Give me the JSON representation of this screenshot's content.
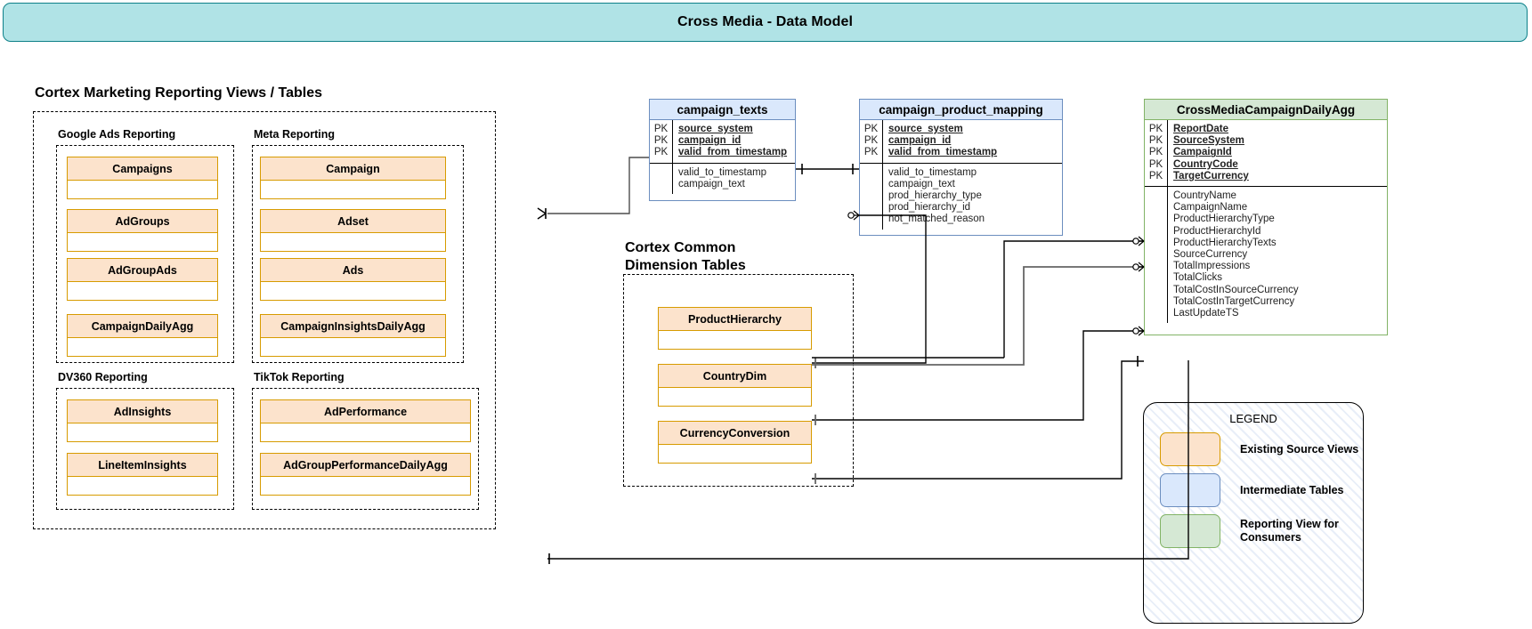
{
  "header": {
    "title": "Cross Media - Data Model"
  },
  "sections": {
    "left_caption": "Cortex Marketing Reporting Views / Tables",
    "dim_caption": "Cortex Common\nDimension Tables",
    "groups": [
      {
        "label": "Google Ads Reporting",
        "boxes": [
          "Campaigns",
          "AdGroups",
          "AdGroupAds",
          "CampaignDailyAgg"
        ]
      },
      {
        "label": "Meta Reporting",
        "boxes": [
          "Campaign",
          "Adset",
          "Ads",
          "CampaignInsightsDailyAgg"
        ]
      },
      {
        "label": "DV360 Reporting",
        "boxes": [
          "AdInsights",
          "LineItemInsights"
        ]
      },
      {
        "label": "TikTok Reporting",
        "boxes": [
          "AdPerformance",
          "AdGroupPerformanceDailyAgg"
        ]
      }
    ],
    "dimension_boxes": [
      "ProductHierarchy",
      "CountryDim",
      "CurrencyConversion"
    ]
  },
  "tables": {
    "campaign_texts": {
      "name": "campaign_texts",
      "keys": [
        "source_system",
        "campaign_id",
        "valid_from_timestamp"
      ],
      "key_markers": [
        "PK",
        "PK",
        "PK"
      ],
      "fields": [
        "valid_to_timestamp",
        "campaign_text"
      ]
    },
    "campaign_product_mapping": {
      "name": "campaign_product_mapping",
      "keys": [
        "source_system",
        "campaign_id",
        "valid_from_timestamp"
      ],
      "key_markers": [
        "PK",
        "PK",
        "PK"
      ],
      "fields": [
        "valid_to_timestamp",
        "campaign_text",
        "prod_hierarchy_type",
        "prod_hierarchy_id",
        "not_matched_reason"
      ]
    },
    "cross_media_campaign_daily_agg": {
      "name": "CrossMediaCampaignDailyAgg",
      "keys": [
        "ReportDate",
        "SourceSystem",
        "CampaignId",
        "CountryCode",
        "TargetCurrency"
      ],
      "key_markers": [
        "PK",
        "PK",
        "PK",
        "PK",
        "PK"
      ],
      "fields": [
        "CountryName",
        "CampaignName",
        "ProductHierarchyType",
        "ProductHierarchyId",
        "ProductHierarchyTexts",
        "SourceCurrency",
        "TotalImpressions",
        "TotalClicks",
        "TotalCostInSourceCurrency",
        "TotalCostInTargetCurrency",
        "LastUpdateTS"
      ]
    }
  },
  "legend": {
    "title": "LEGEND",
    "items": [
      {
        "swatch": "orange",
        "label": "Existing Source Views"
      },
      {
        "swatch": "blue",
        "label": "Intermediate Tables"
      },
      {
        "swatch": "green",
        "label": "Reporting View for\nConsumers"
      }
    ]
  },
  "colors": {
    "title_bar_fill": "#B0E3E6",
    "title_bar_border": "#0E8088",
    "source_fill": "#FCE3CC",
    "source_border": "#D79B00",
    "intermediate_fill": "#DAE8FC",
    "intermediate_border": "#6C8EBF",
    "reporting_fill": "#D5E8D4",
    "reporting_border": "#82B366"
  }
}
